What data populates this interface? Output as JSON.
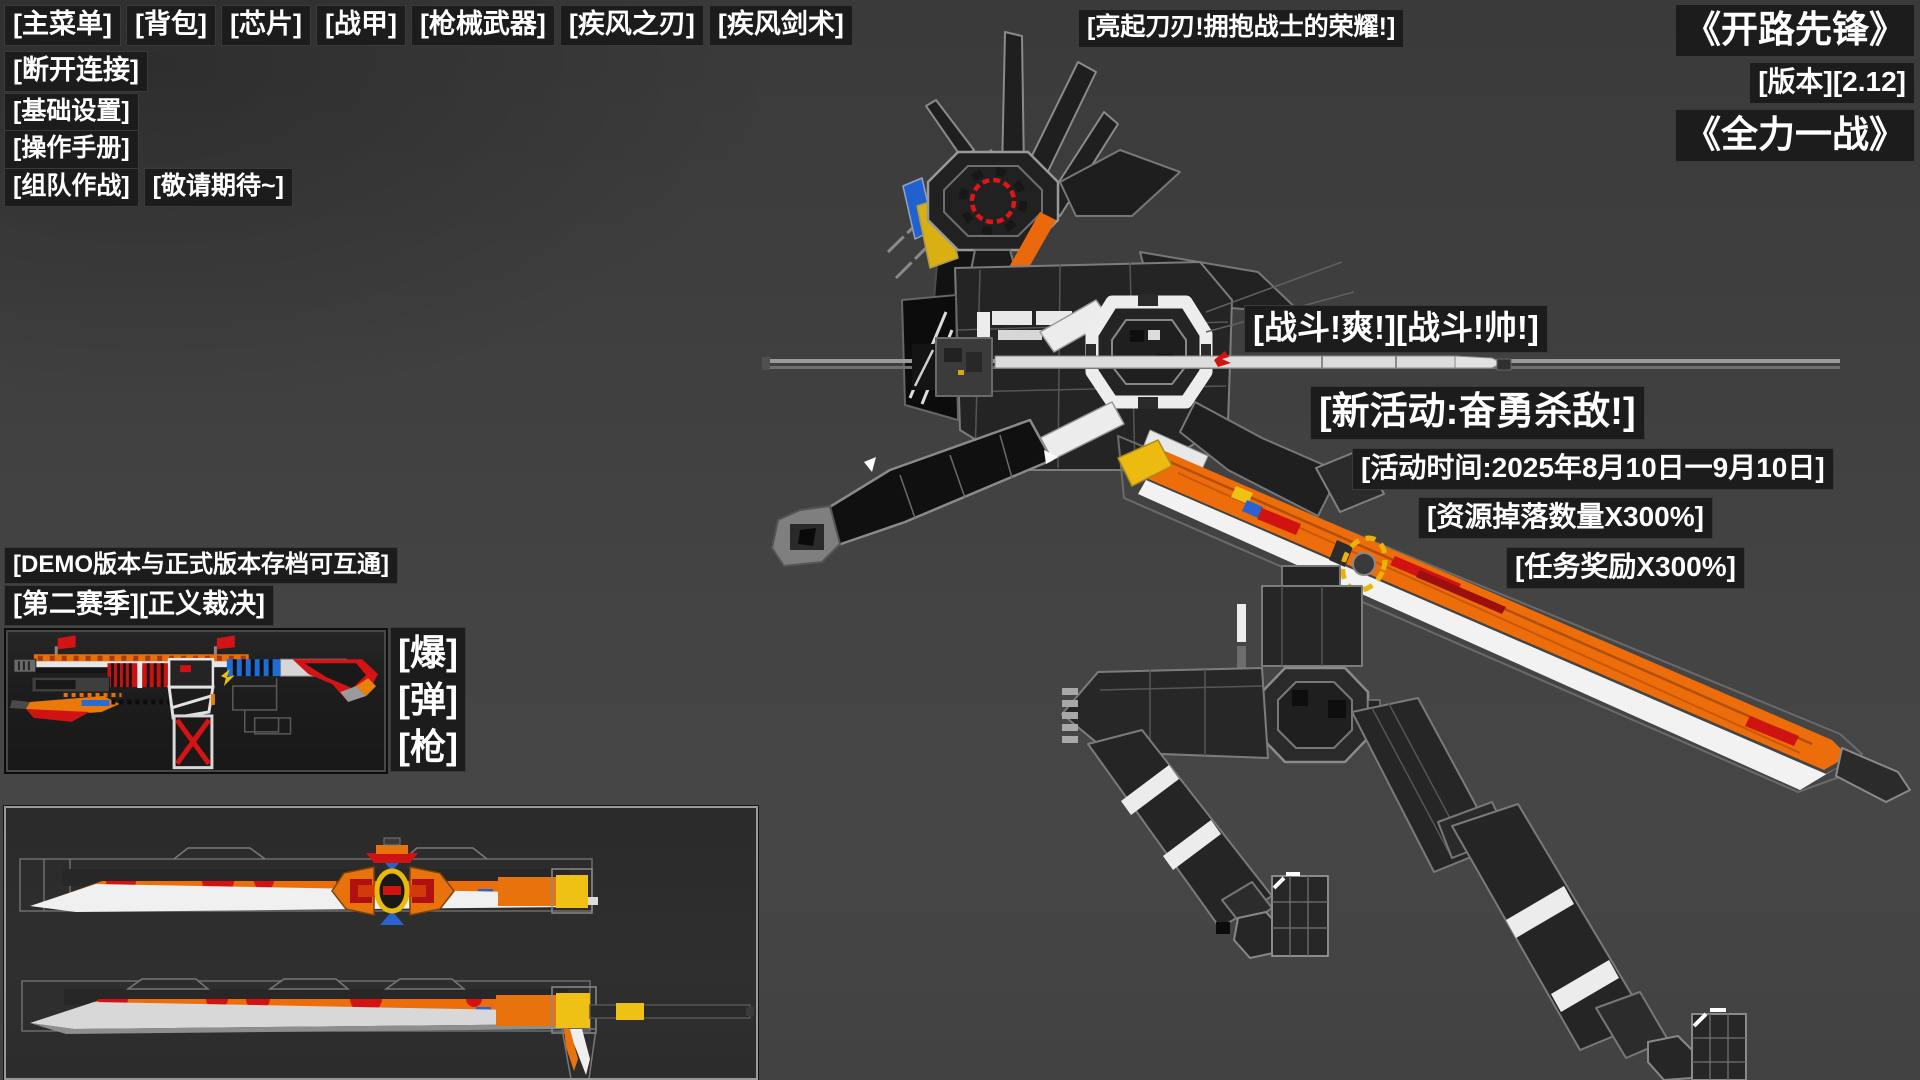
{
  "menu": {
    "items": [
      "[主菜单]",
      "[背包]",
      "[芯片]",
      "[战甲]",
      "[枪械武器]",
      "[疾风之刃]",
      "[疾风剑术]"
    ],
    "disconnect": "[断开连接]",
    "settings": "[基础设置]",
    "manual": "[操作手册]",
    "team": "[组队作战]",
    "team_note": "[敬请期待~]"
  },
  "banner": {
    "slogan": "[亮起刀刃!拥抱战士的荣耀!]"
  },
  "title": {
    "name": "《开路先锋》",
    "version": "[版本][2.12]",
    "motto": "《全力一战》"
  },
  "announcements": {
    "battle": "[战斗!爽!][战斗!帅!]",
    "new_event": "[新活动:奋勇杀敌!]",
    "event_time": "[活动时间:2025年8月10日一9月10日]",
    "resource_bonus": "[资源掉落数量X300%]",
    "task_bonus": "[任务奖励X300%]"
  },
  "notes": {
    "demo": "[DEMO版本与正式版本存档可互通]",
    "season": "[第二赛季][正义裁决]"
  },
  "weapon_tags": [
    "[爆]",
    "[弹]",
    "[枪]"
  ],
  "colors": {
    "label_bg": "#1c1c1c",
    "text": "#ffffff",
    "orange": "#eb6e0b",
    "red": "#d31212",
    "blue": "#2a63d0",
    "yellow": "#eec114",
    "background": "#424242"
  }
}
